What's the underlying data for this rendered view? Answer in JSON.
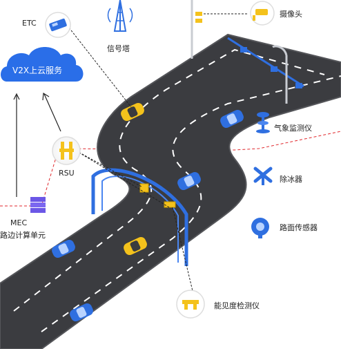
{
  "labels": {
    "etc": "ETC",
    "signal_tower": "信号塔",
    "camera": "摄像头",
    "cloud": "V2X上云服务",
    "weather": "气象监测仪",
    "rsu": "RSU",
    "deicer": "除冰器",
    "mec_title": "MEC",
    "mec_sub": "路边计算单元",
    "road_sensor": "路面传感器",
    "visibility": "能见度检测仪"
  },
  "colors": {
    "road": "#3a3b3e",
    "road_edge": "#5a5b5f",
    "lane_dash": "#ffffff",
    "accent_blue": "#2f6fe0",
    "accent_yellow": "#f4c21c",
    "dashed_red": "#e0262b",
    "cloud": "#2a6ee8"
  }
}
